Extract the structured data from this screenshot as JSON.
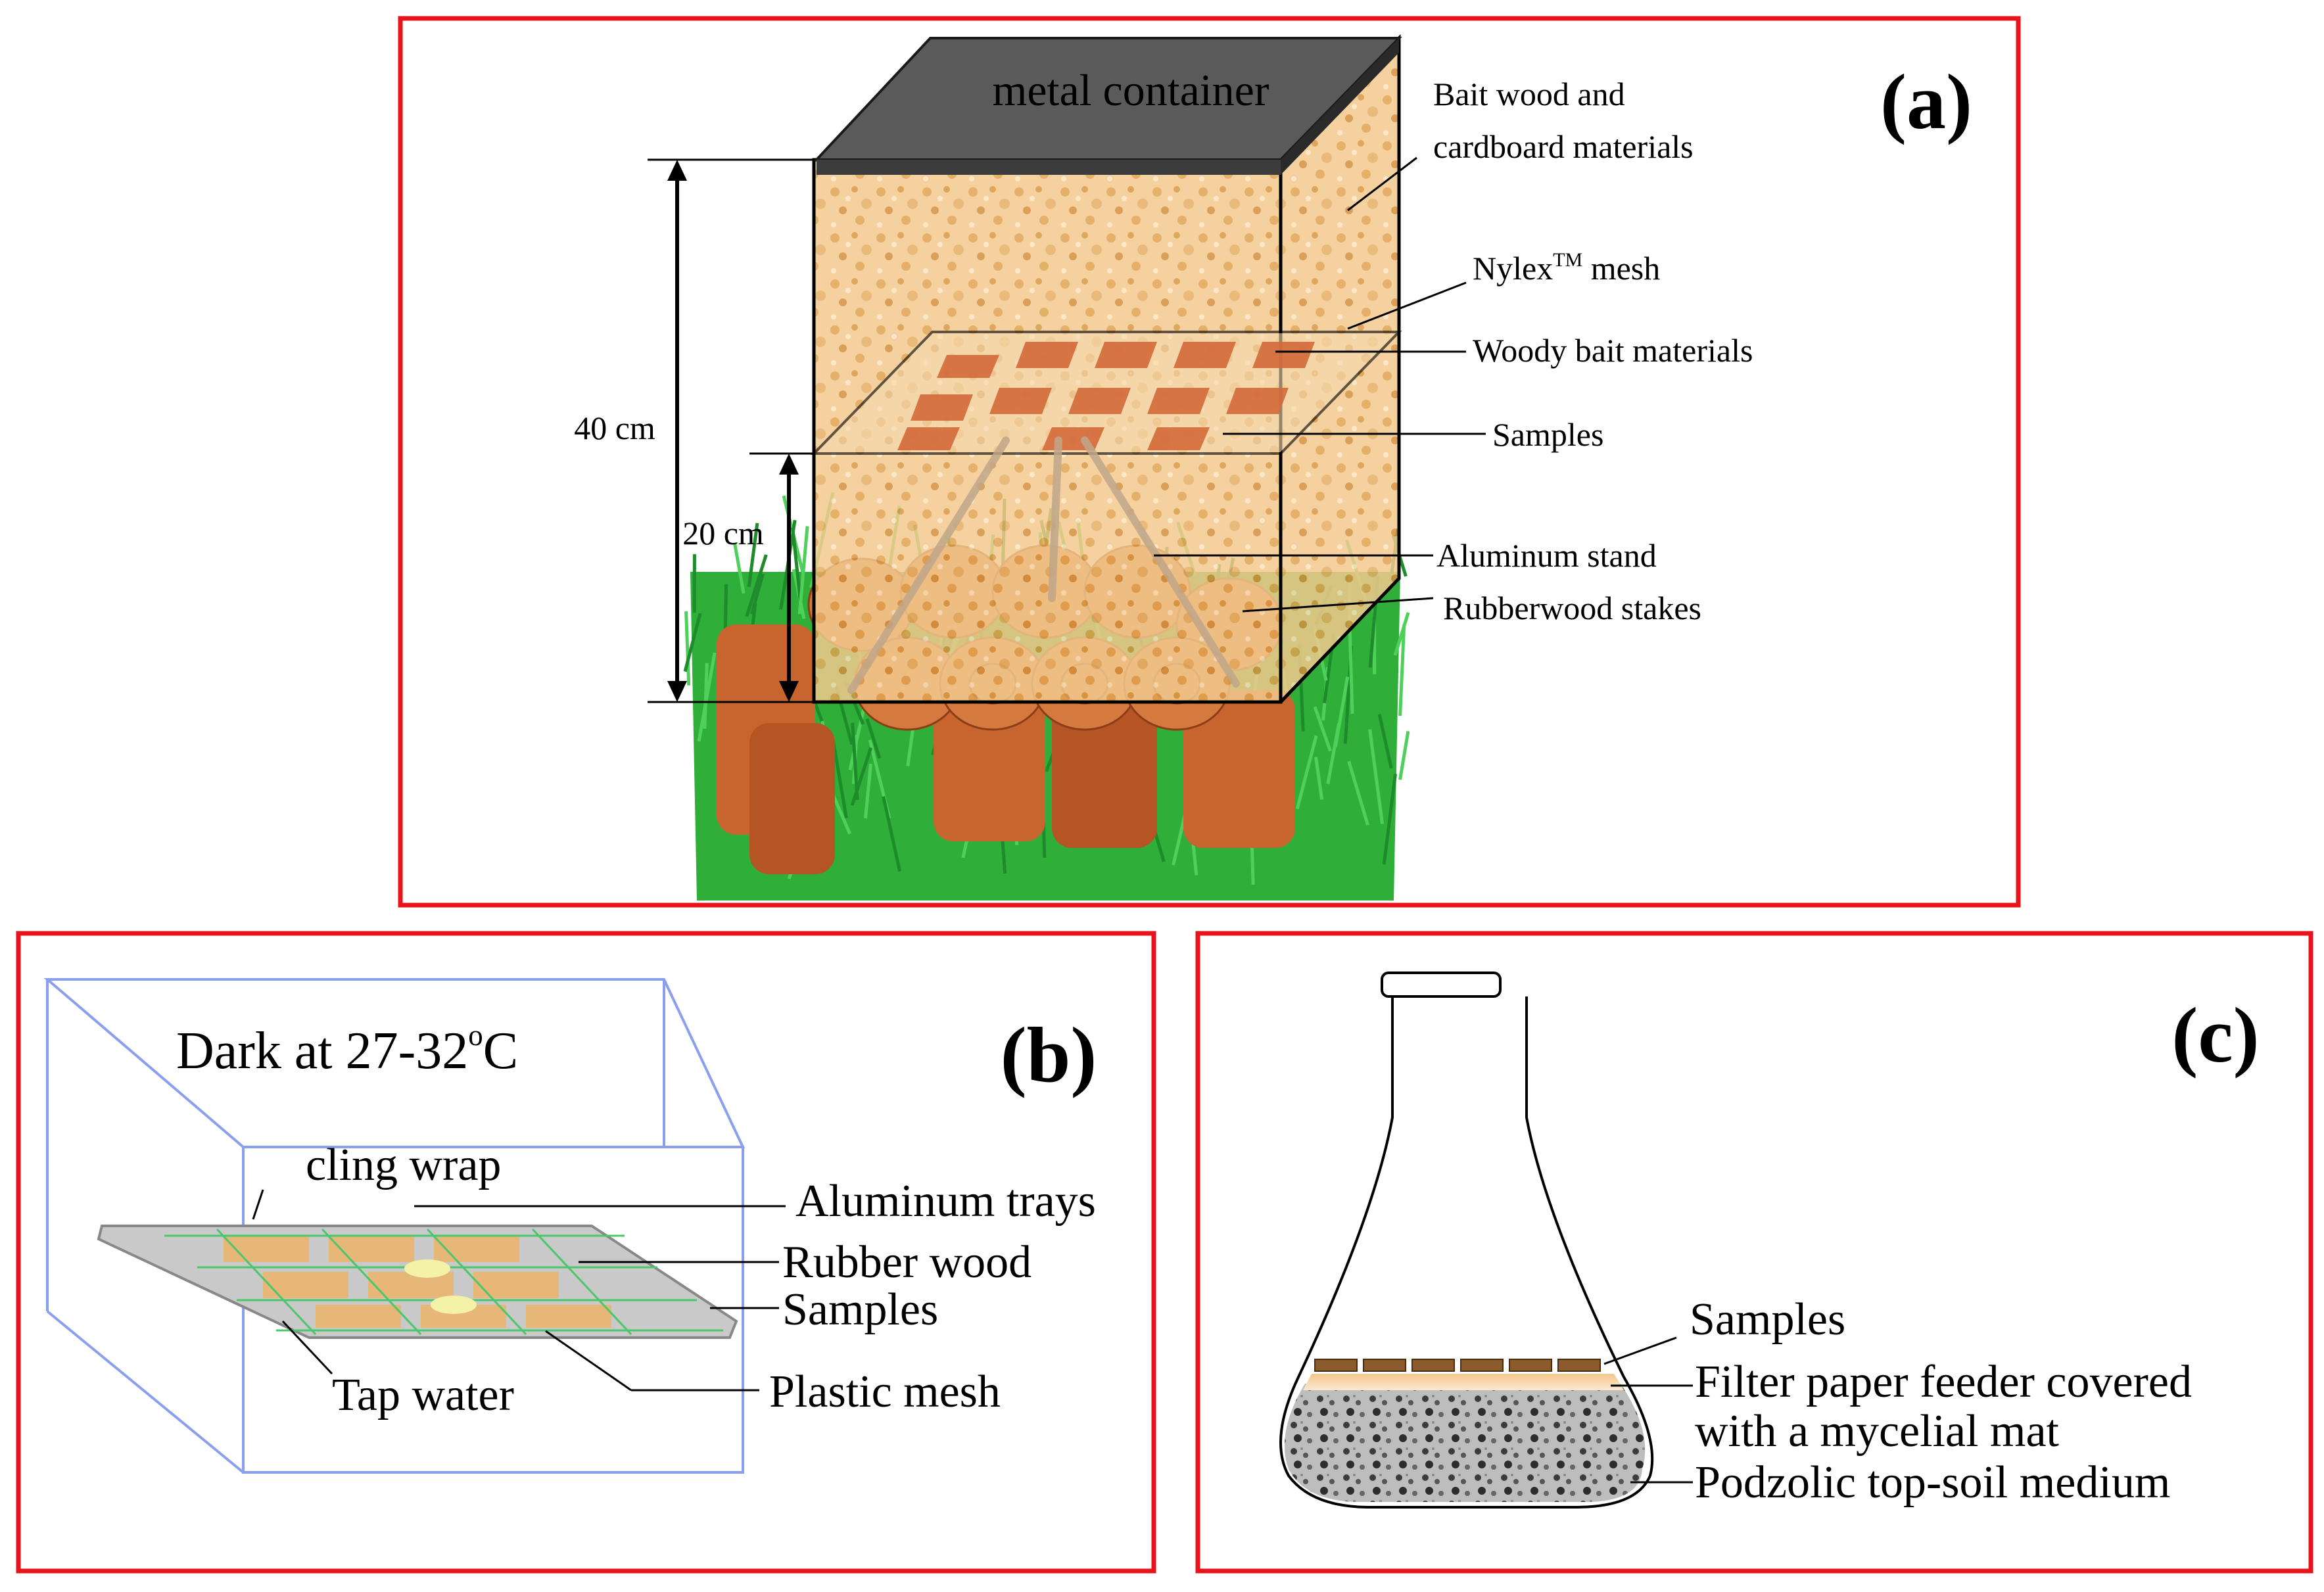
{
  "panel_a": {
    "tag": "(a)",
    "container_label": "metal container",
    "height_total": "40 cm",
    "height_half": "20 cm",
    "labels": {
      "bait_line1": "Bait wood and",
      "bait_line2": "cardboard materials",
      "mesh_main": "Nylex",
      "mesh_tm": "TM",
      "mesh_end": " mesh",
      "woody": "Woody bait materials",
      "samples": "Samples",
      "stand": "Aluminum stand",
      "stakes": "Rubberwood  stakes"
    }
  },
  "panel_b": {
    "tag": "(b)",
    "condition_main": "Dark at 27-32",
    "condition_sup": "o",
    "condition_end": "C",
    "labels": {
      "cling": "cling wrap",
      "trays": "Aluminum trays",
      "rubber": "Rubber wood",
      "samples": "Samples",
      "tap": "Tap water",
      "mesh": "Plastic mesh"
    }
  },
  "panel_c": {
    "tag": "(c)",
    "labels": {
      "samples": "Samples",
      "feeder_line1": "Filter paper feeder covered",
      "feeder_line2": "with a mycelial mat",
      "soil": "Podzolic top-soil medium"
    }
  },
  "colors": {
    "frame": "#e8141c",
    "lid": "#5a5a5a",
    "bait": "#e3a252",
    "wood": "#c8652e",
    "grass": "#2fae3a",
    "blue": "#8aa0ef",
    "soil": "#555555",
    "feeder": "#f4c78c"
  }
}
